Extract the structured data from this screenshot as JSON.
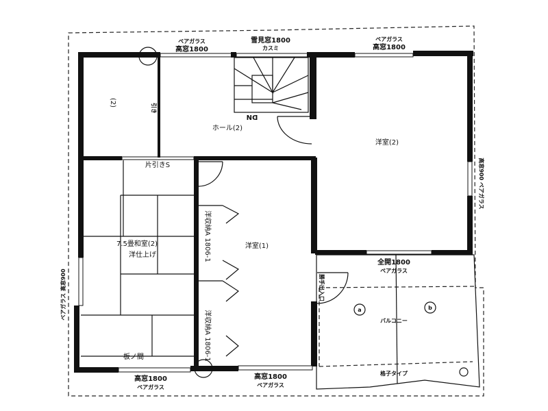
{
  "plan": {
    "top_window_left": {
      "line1": "ペアガラス",
      "line2": "高窓1800"
    },
    "top_window_stair": {
      "line1": "雪見窓1800",
      "line2": "カスミ"
    },
    "top_window_right": {
      "line1": "ペアガラス",
      "line2": "高窓1800"
    },
    "room_small": "(2)",
    "sliding_label": "引き",
    "stair_mark": "DN",
    "hall": "ホール(2)",
    "western_room_2": "洋室(2)",
    "single_sliding": "片引きS",
    "japanese_room": "7.5畳和室(2)",
    "japanese_finish": "洋仕上げ",
    "closet_upper": "洋収納A 1806-1",
    "closet_lower": "洋収納A 1806-1",
    "western_room_1": "洋室(1)",
    "left_window": "ペアガラス 高窓900",
    "right_window": "高窓900 ペアガラス",
    "balcony_window": {
      "line1": "全開1800",
      "line2": "ペアガラス"
    },
    "service_door": "勝手出入口",
    "marker_a": "a",
    "marker_b": "b",
    "balcony": "バルコニー",
    "lattice": "格子タイプ",
    "wood_floor": "板ノ間",
    "bottom_window_left": {
      "line1": "高窓1800",
      "line2": "ペアガラス"
    },
    "bottom_window_right": {
      "line1": "高窓1800",
      "line2": "ペアガラス"
    }
  }
}
